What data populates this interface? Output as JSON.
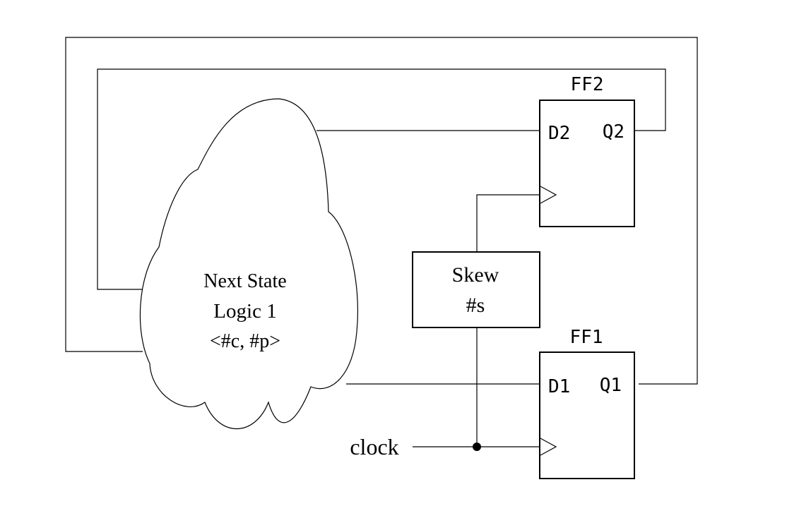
{
  "cloud": {
    "line1": "Next State",
    "line2": "Logic 1",
    "line3": "<#c, #p>"
  },
  "ff2": {
    "title": "FF2",
    "d": "D2",
    "q": "Q2"
  },
  "ff1": {
    "title": "FF1",
    "d": "D1",
    "q": "Q1"
  },
  "skew": {
    "line1": "Skew",
    "line2": "#s"
  },
  "clock": {
    "label": "clock"
  }
}
